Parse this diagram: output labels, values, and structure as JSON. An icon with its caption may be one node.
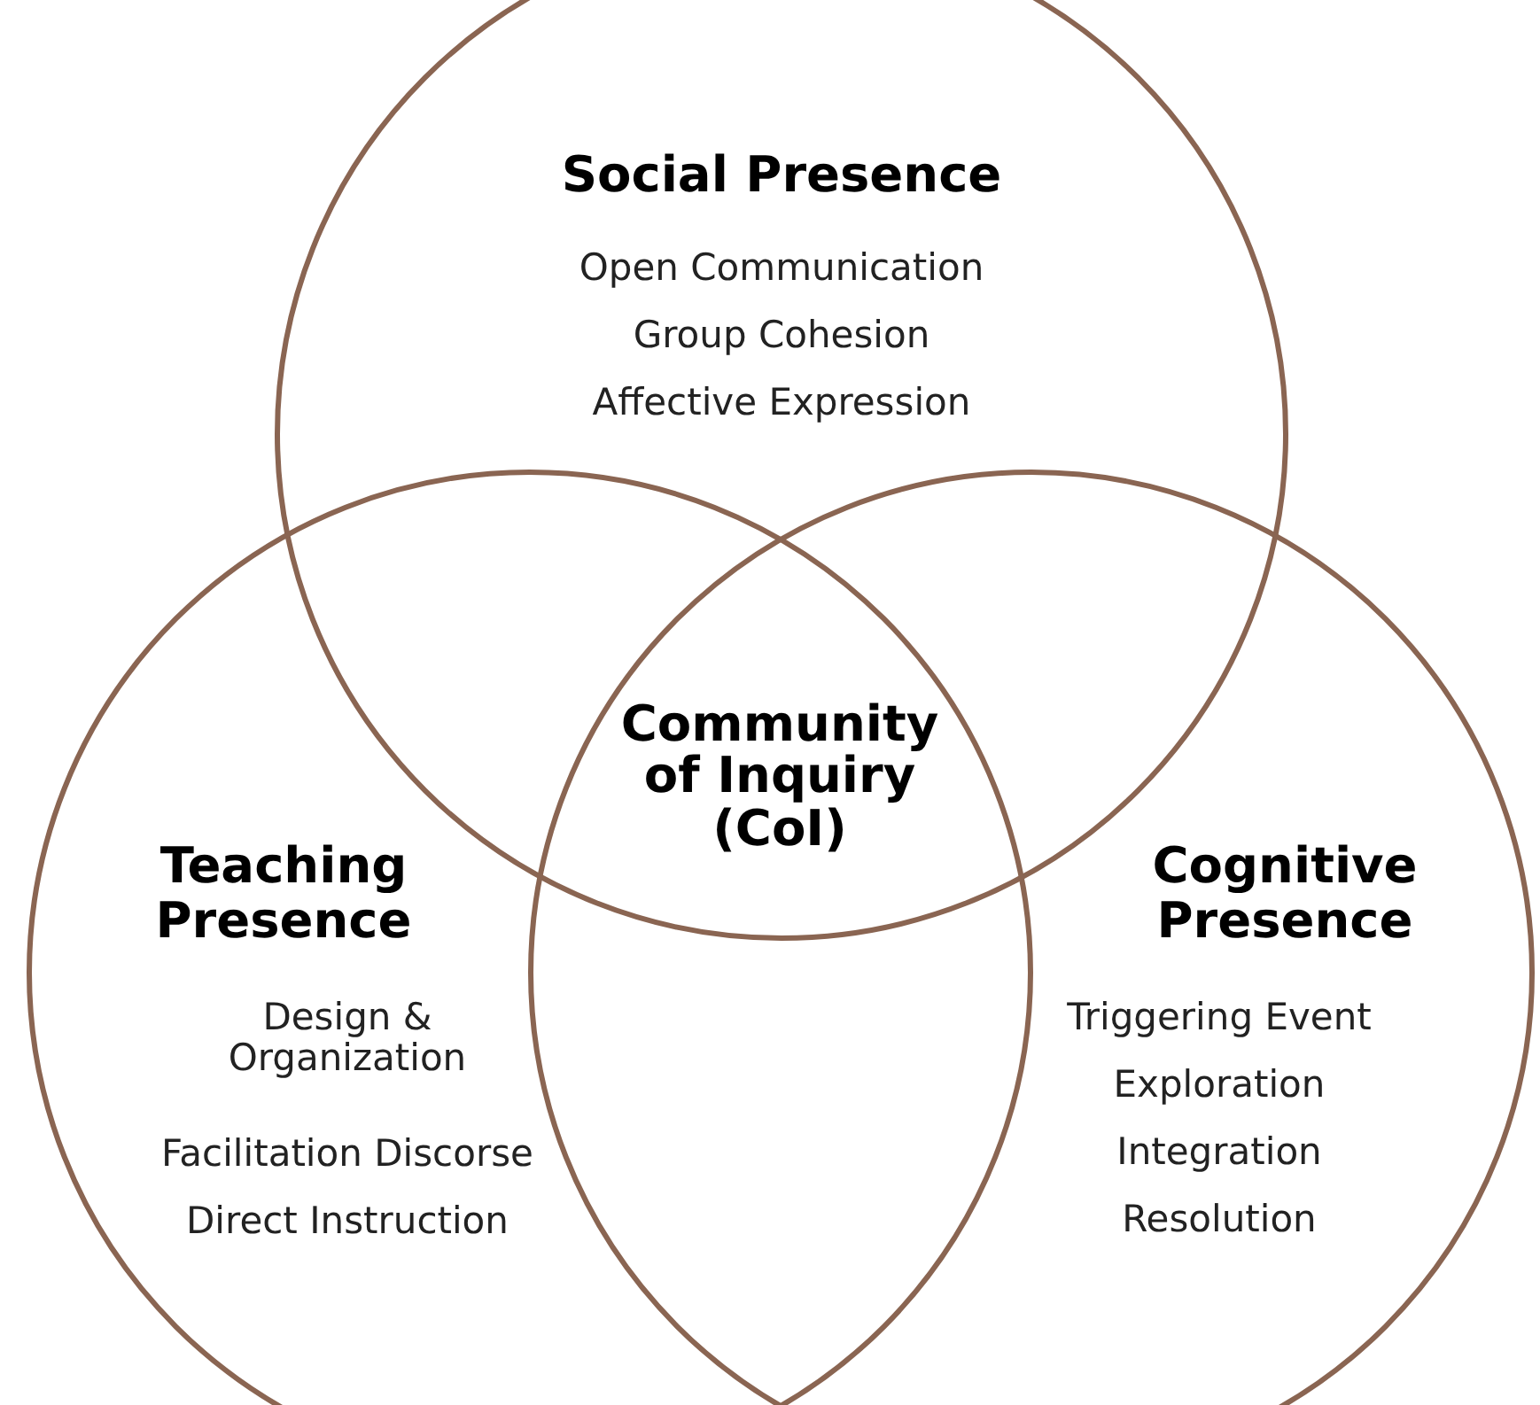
{
  "diagram": {
    "nodes": [
      {
        "text": [
          "Social Presence",
          "Open Communication",
          "Group Cohesion",
          "Affective Expression"
        ]
      },
      {
        "text": [
          "Teaching Presence",
          "Design & Organization",
          "Facilitation Discorse",
          "Direct Instruction"
        ]
      },
      {
        "text": [
          "Cognitive Presence",
          "Triggering Event",
          "Exploration",
          "Integration",
          "Resolution"
        ]
      }
    ],
    "edges": [],
    "labels": [
      "Community of Inquiry (CoI)"
    ]
  }
}
